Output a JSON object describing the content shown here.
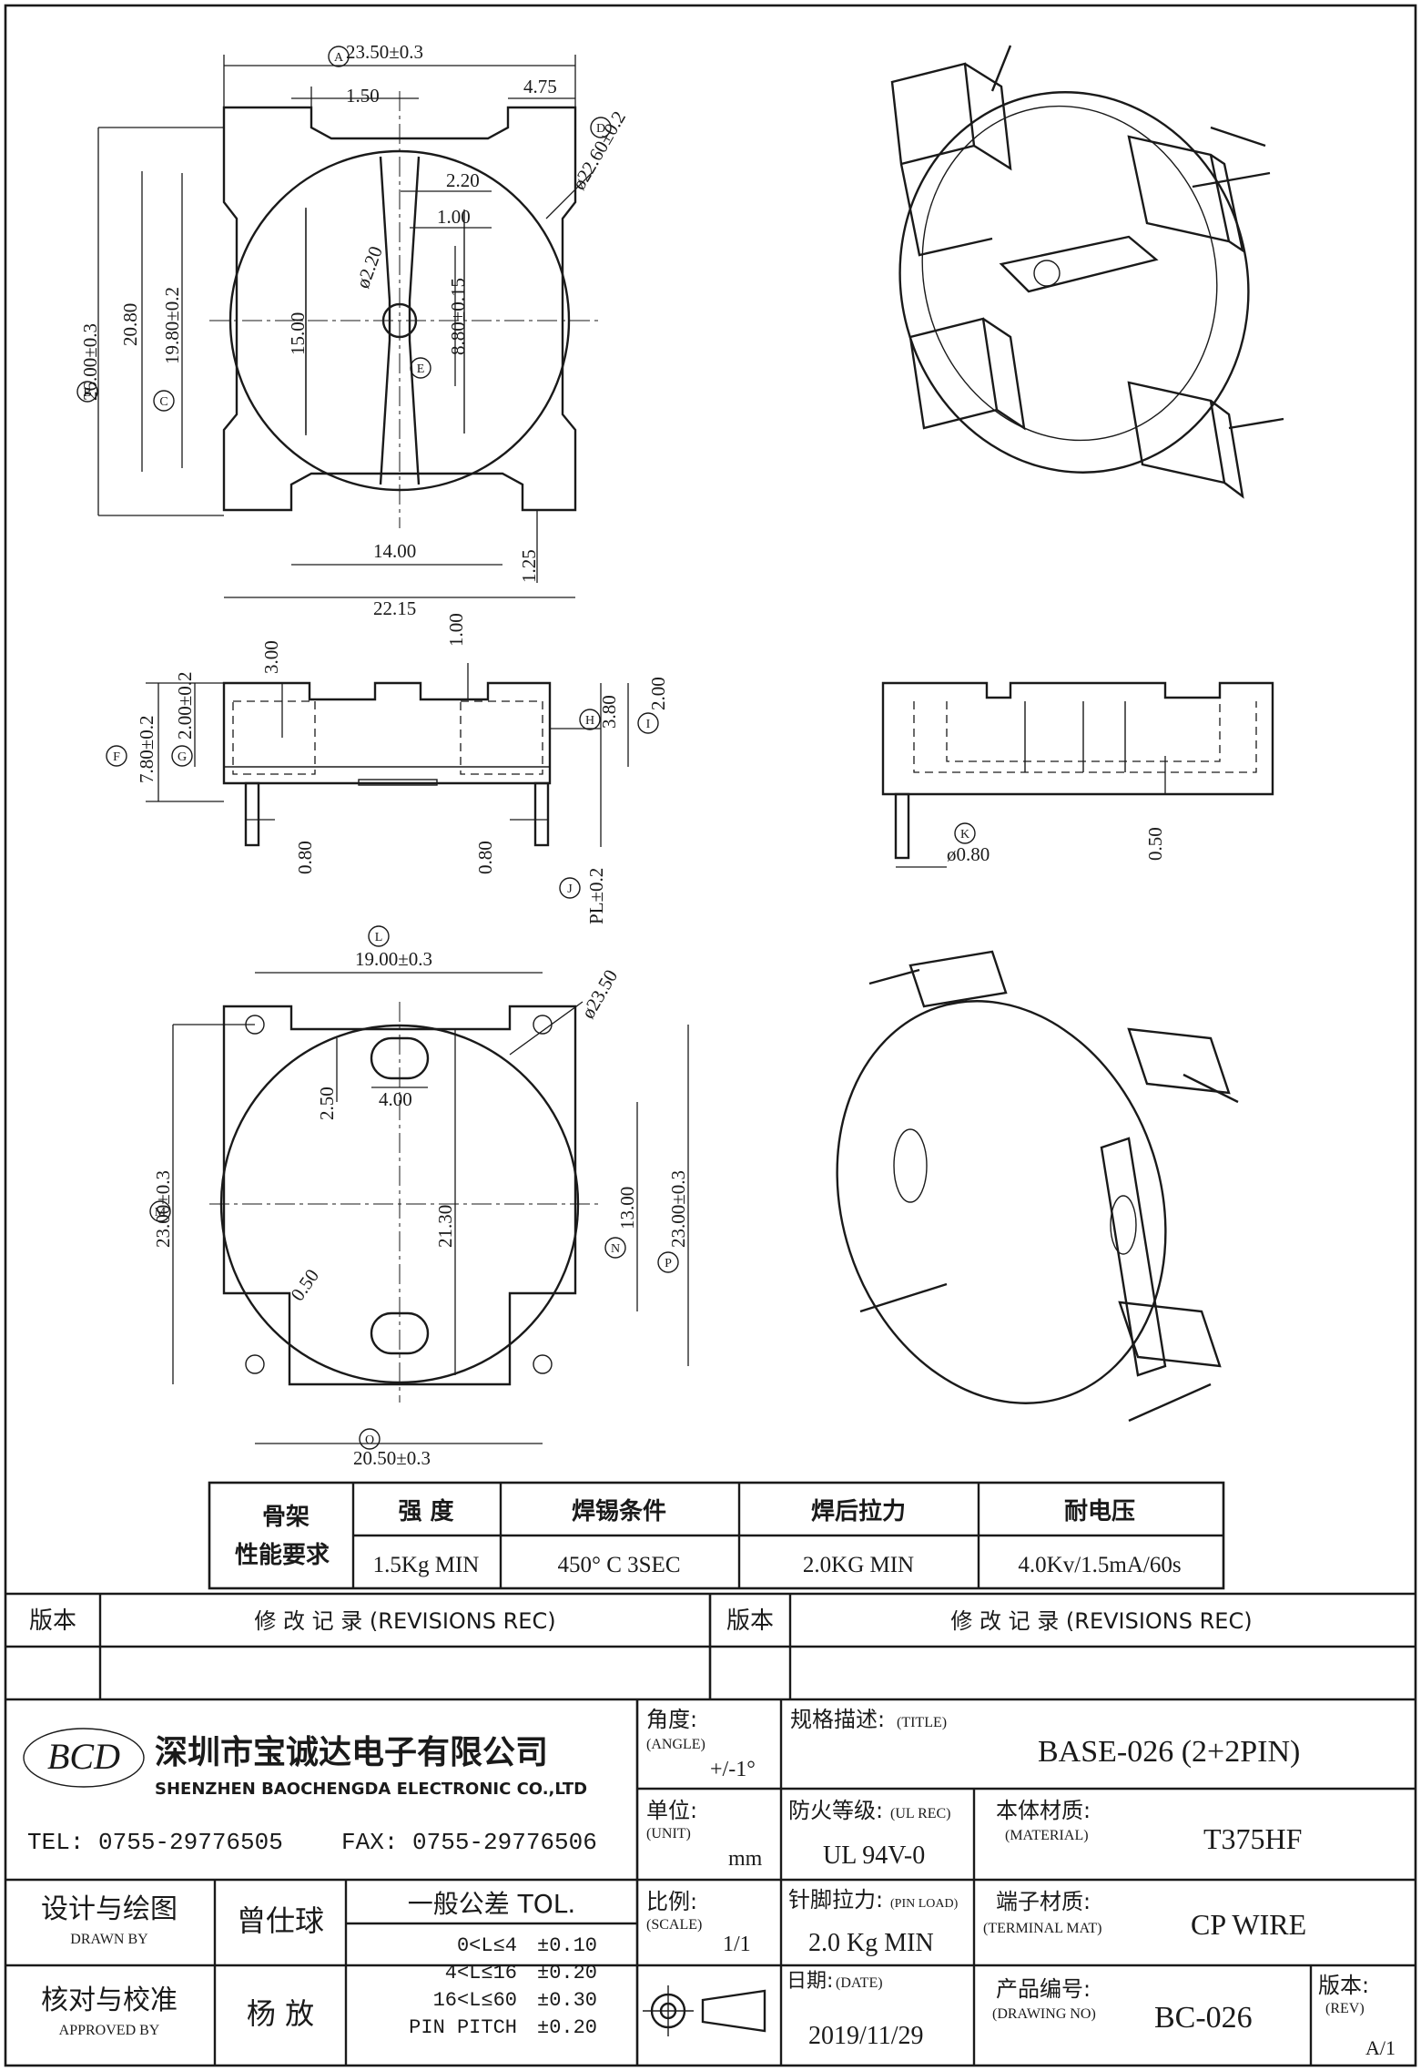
{
  "drawing": {
    "top_view": {
      "overall_width": "23.50±0.3",
      "overall_height": "26.00±0.3",
      "notch_left": "1.50",
      "notch_right": "4.75",
      "diameter": "ø22.60±0.2",
      "slot_width": "2.20",
      "slot_inner": "1.00",
      "hole": "ø2.20",
      "slot_length": "15.00",
      "slot_height": "8.80±0.15",
      "inner_height": "20.80",
      "body_height": "19.80±0.2",
      "bottom_tab": "14.00",
      "bottom_tab_h": "1.25",
      "base_width": "22.15"
    },
    "side_view": {
      "total_height": "7.80±0.2",
      "wall_height": "2.00±0.2",
      "top_height": "3.00",
      "step": "1.00",
      "mid_height": "3.80",
      "right_height": "2.00",
      "pin_left": "0.80",
      "pin_right": "0.80",
      "pin_length": "PL±0.2",
      "pin_dia": "ø0.80",
      "pin_offset": "0.50"
    },
    "bottom_view": {
      "width": "19.00±0.3",
      "diameter": "ø23.50",
      "slot_h": "2.50",
      "slot_w": "4.00",
      "inner_height": "21.30",
      "height": "23.00±0.3",
      "hole_span": "13.00",
      "right_height": "23.00±0.3",
      "corner": "0.50",
      "base_width": "20.50±0.3"
    },
    "markers": [
      "A",
      "B",
      "C",
      "D",
      "E",
      "F",
      "G",
      "H",
      "I",
      "J",
      "K",
      "L",
      "M",
      "N",
      "O",
      "P"
    ]
  },
  "spec_table": {
    "row_header": [
      "骨架",
      "性能要求"
    ],
    "headers": [
      "强 度",
      "焊锡条件",
      "焊后拉力",
      "耐电压"
    ],
    "values": [
      "1.5Kg MIN",
      "450° C  3SEC",
      "2.0KG MIN",
      "4.0Kv/1.5mA/60s"
    ]
  },
  "revisions": {
    "rev_label": "版本",
    "rev_title": "修  改  记  录   (REVISIONS REC)"
  },
  "title_block": {
    "logo_text": "BCD",
    "company_cn": "深圳市宝诚达电子有限公司",
    "company_en": "SHENZHEN BAOCHENGDA ELECTRONIC CO.,LTD",
    "tel": "TEL: 0755-29776505",
    "fax": "FAX: 0755-29776506",
    "angle_label": "角度:",
    "angle_en": "(ANGLE)",
    "angle_value": "+/-1°",
    "title_label": "规格描述:",
    "title_en": "(TITLE)",
    "title_value": "BASE-026 (2+2PIN)",
    "unit_label": "单位:",
    "unit_en": "(UNIT)",
    "unit_value": "mm",
    "ul_label": "防火等级:",
    "ul_en": "(UL REC)",
    "ul_value": "UL 94V-0",
    "material_label": "本体材质:",
    "material_en": "(MATERIAL)",
    "material_value": "T375HF",
    "drawn_label": "设计与绘图",
    "drawn_en": "DRAWN BY",
    "drawn_value": "曾仕球",
    "tol_label": "一般公差 TOL.",
    "tol_rows": [
      [
        "0<L≤4",
        "±0.10"
      ],
      [
        "4<L≤16",
        "±0.20"
      ],
      [
        "16<L≤60",
        "±0.30"
      ],
      [
        "PIN PITCH",
        "±0.20"
      ]
    ],
    "scale_label": "比例:",
    "scale_en": "(SCALE)",
    "scale_value": "1/1",
    "pin_load_label": "针脚拉力:",
    "pin_load_en": "(PIN LOAD)",
    "pin_load_value": "2.0 Kg MIN",
    "terminal_label": "端子材质:",
    "terminal_en": "(TERMINAL MAT)",
    "terminal_value": "CP WIRE",
    "approved_label": "核对与校准",
    "approved_en": "APPROVED BY",
    "approved_value": "杨  放",
    "date_label": "日期:",
    "date_en": "(DATE)",
    "date_value": "2019/11/29",
    "drawing_no_label": "产品编号:",
    "drawing_no_en": "(DRAWING NO)",
    "drawing_no_value": "BC-026",
    "rev_label": "版本:",
    "rev_en": "(REV)",
    "rev_value": "A/1"
  }
}
